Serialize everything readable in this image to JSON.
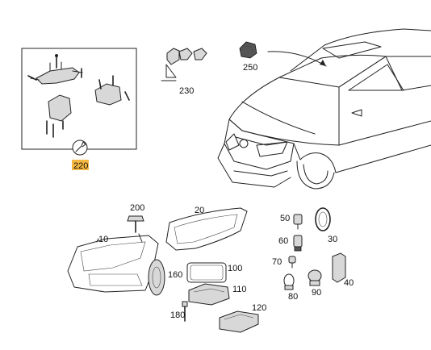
{
  "accent_color": "#f5b841",
  "parts": [
    {
      "id": "220",
      "label": "220",
      "highlighted": true
    },
    {
      "id": "230",
      "label": "230"
    },
    {
      "id": "250",
      "label": "250"
    },
    {
      "id": "200",
      "label": "200"
    },
    {
      "id": "20",
      "label": "20"
    },
    {
      "id": "10",
      "label": "10"
    },
    {
      "id": "100",
      "label": "100"
    },
    {
      "id": "160",
      "label": "160"
    },
    {
      "id": "110",
      "label": "110"
    },
    {
      "id": "180",
      "label": "180"
    },
    {
      "id": "120",
      "label": "120"
    },
    {
      "id": "50",
      "label": "50"
    },
    {
      "id": "60",
      "label": "60"
    },
    {
      "id": "70",
      "label": "70"
    },
    {
      "id": "80",
      "label": "80"
    },
    {
      "id": "90",
      "label": "90"
    },
    {
      "id": "30",
      "label": "30"
    },
    {
      "id": "40",
      "label": "40"
    }
  ]
}
